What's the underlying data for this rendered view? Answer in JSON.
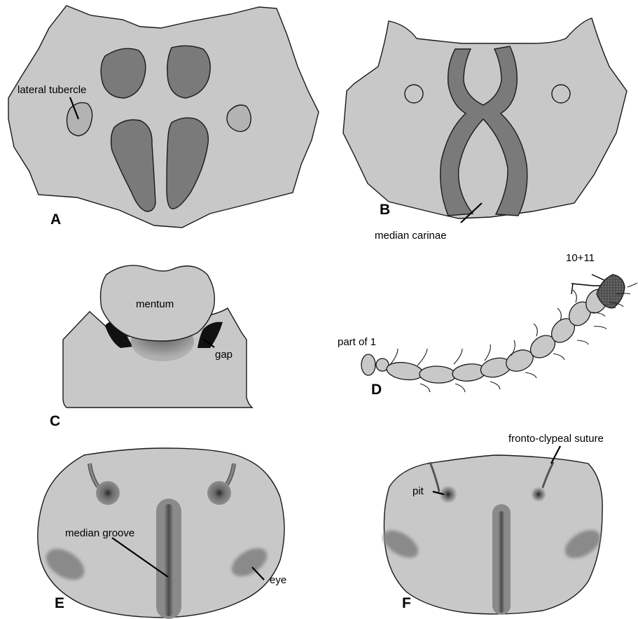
{
  "panels": {
    "A": {
      "letter": "A",
      "labels": {
        "lateral_tubercle": "lateral tubercle"
      }
    },
    "B": {
      "letter": "B",
      "labels": {
        "median_carinae": "median carinae"
      }
    },
    "C": {
      "letter": "C",
      "labels": {
        "mentum": "mentum",
        "gap": "gap"
      }
    },
    "D": {
      "letter": "D",
      "labels": {
        "segments_10_11": "10+11",
        "part_of_1": "part of 1"
      }
    },
    "E": {
      "letter": "E",
      "labels": {
        "median_groove": "median groove",
        "eye": "eye"
      }
    },
    "F": {
      "letter": "F",
      "labels": {
        "fronto_clypeal_suture": "fronto-clypeal suture",
        "pit": "pit"
      }
    }
  },
  "colors": {
    "background": "#ffffff",
    "body_fill": "#c8c8c8",
    "dark_fill": "#7a7a7a",
    "outline": "#1a1a1a"
  }
}
